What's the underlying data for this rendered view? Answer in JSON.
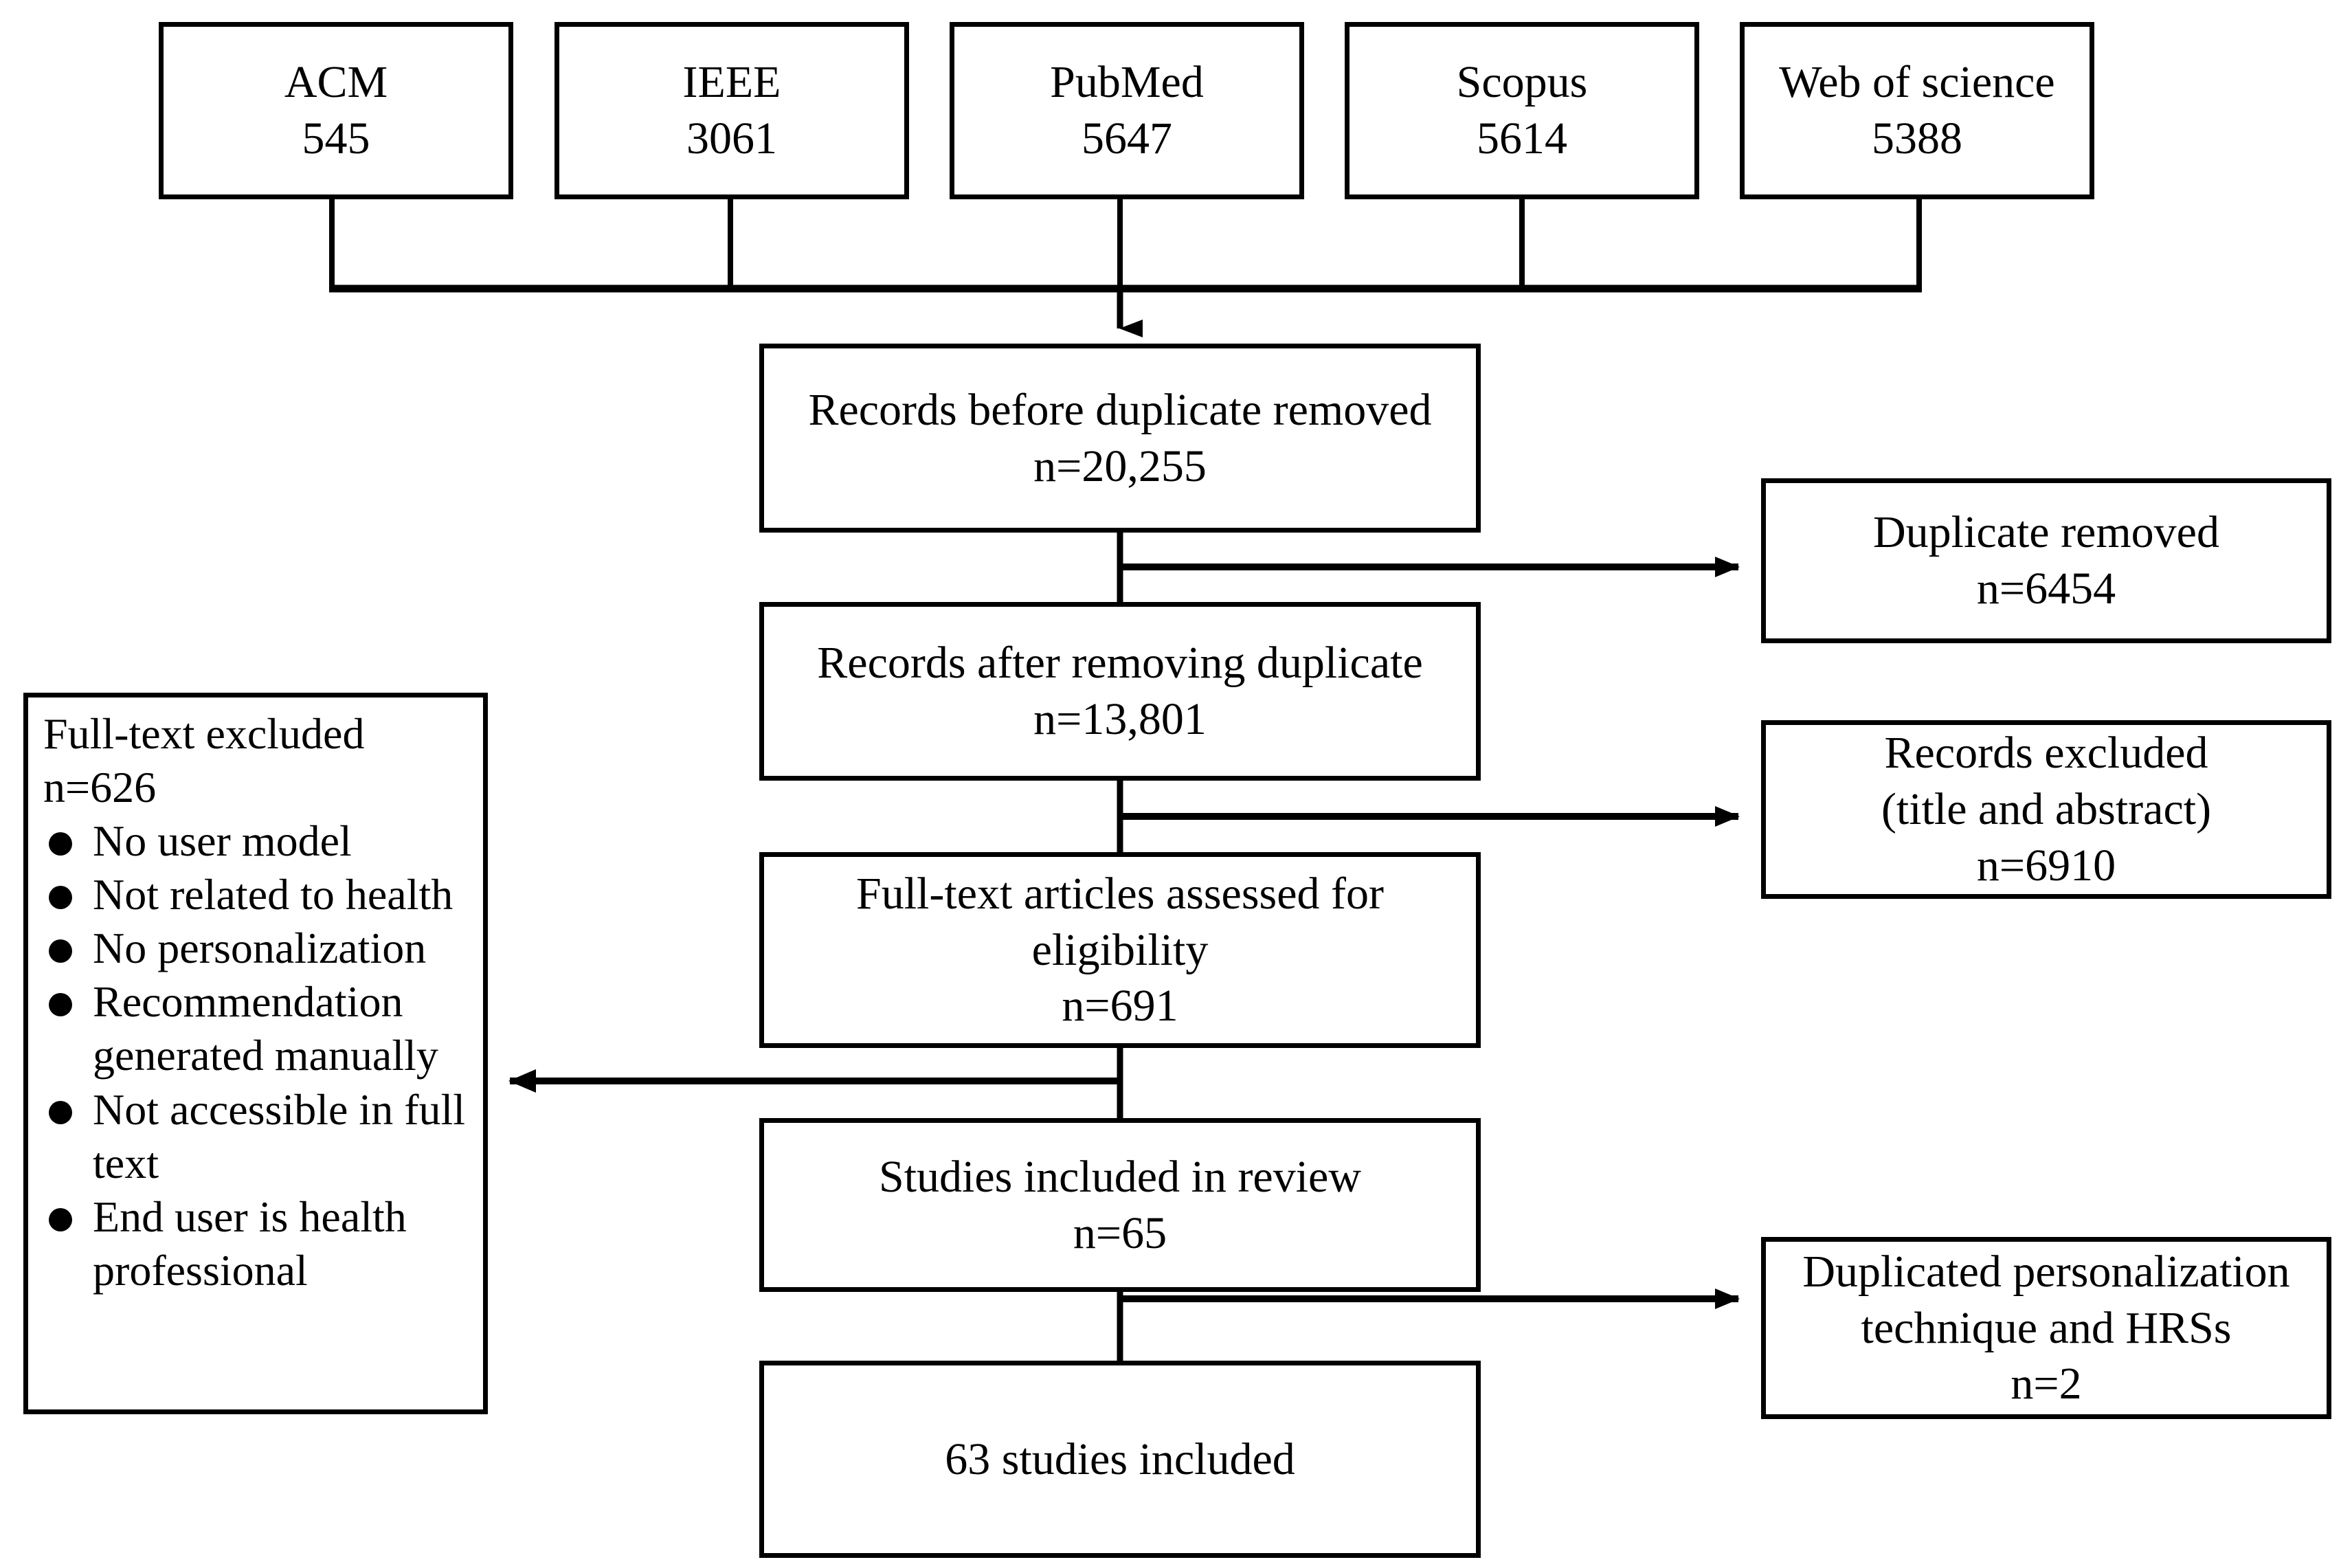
{
  "diagram": {
    "title": "PRISMA study selection flow diagram",
    "stroke_color": "#000000",
    "background_color": "#ffffff",
    "sources": [
      {
        "name": "ACM",
        "count": "545"
      },
      {
        "name": "IEEE",
        "count": "3061"
      },
      {
        "name": "PubMed",
        "count": "5647"
      },
      {
        "name": "Scopus",
        "count": "5614"
      },
      {
        "name": "Web of science",
        "count": "5388"
      }
    ],
    "main_stages": [
      {
        "id": "before-duplicate",
        "label": "Records before duplicate removed",
        "count": "n=20,255"
      },
      {
        "id": "after-duplicate",
        "label": "Records after removing duplicate",
        "count": "n=13,801"
      },
      {
        "id": "full-text-assessed",
        "label_line1": "Full-text articles assessed for",
        "label_line2": "eligibility",
        "count": "n=691"
      },
      {
        "id": "studies-included",
        "label": "Studies included in review",
        "count": "n=65"
      },
      {
        "id": "final-included",
        "label": "63 studies included",
        "count": ""
      }
    ],
    "right_exclusions": [
      {
        "id": "duplicate-removed",
        "label": "Duplicate removed",
        "count": "n=6454"
      },
      {
        "id": "records-excluded",
        "label_line1": "Records excluded",
        "label_line2": "(title and abstract)",
        "count": "n=6910"
      },
      {
        "id": "duplicated-technique",
        "label_line1": "Duplicated personalization",
        "label_line2": "technique and HRSs",
        "count": "n=2"
      }
    ],
    "left_exclusion": {
      "id": "full-text-excluded",
      "heading": "Full-text excluded",
      "count": "n=626",
      "reasons": [
        "No user model",
        "Not related to health",
        "No personalization",
        "Recommendation generated manually",
        "Not accessible in full text",
        "End user is health professional"
      ]
    }
  }
}
